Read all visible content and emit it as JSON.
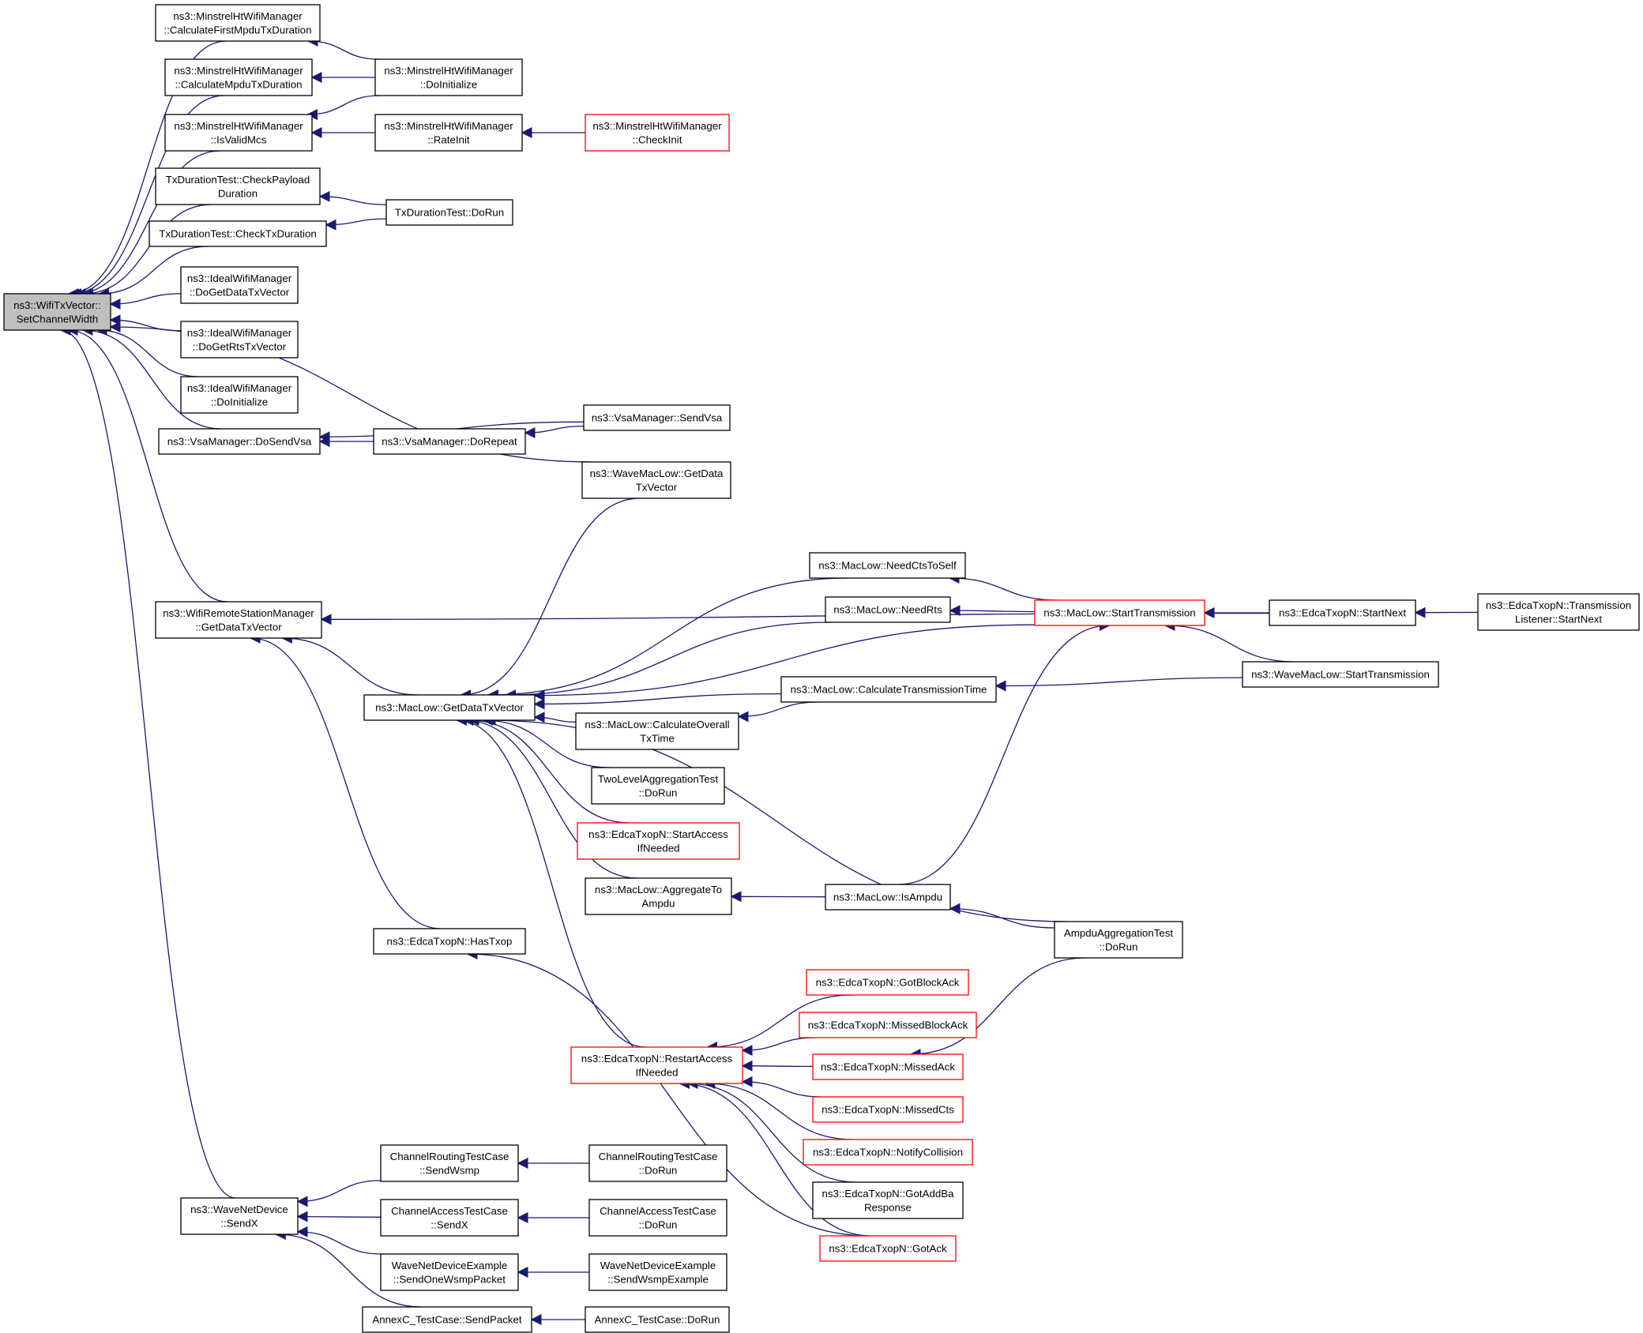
{
  "nodes": [
    {
      "id": "n0",
      "lines": [
        "ns3::WifiTxVector::",
        "SetChannelWidth"
      ],
      "focus": true
    },
    {
      "id": "n1",
      "lines": [
        "ns3::MinstrelHtWifiManager",
        "::CalculateFirstMpduTxDuration"
      ]
    },
    {
      "id": "n2",
      "lines": [
        "ns3::MinstrelHtWifiManager",
        "::CalculateMpduTxDuration"
      ]
    },
    {
      "id": "n3",
      "lines": [
        "ns3::MinstrelHtWifiManager",
        "::IsValidMcs"
      ]
    },
    {
      "id": "n4",
      "lines": [
        "TxDurationTest::CheckPayload",
        "Duration"
      ]
    },
    {
      "id": "n5",
      "lines": [
        "TxDurationTest::CheckTxDuration"
      ]
    },
    {
      "id": "n6",
      "lines": [
        "ns3::IdealWifiManager",
        "::DoGetDataTxVector"
      ]
    },
    {
      "id": "n7",
      "lines": [
        "ns3::IdealWifiManager",
        "::DoGetRtsTxVector"
      ]
    },
    {
      "id": "n8",
      "lines": [
        "ns3::IdealWifiManager",
        "::DoInitialize"
      ]
    },
    {
      "id": "n9",
      "lines": [
        "ns3::VsaManager::DoSendVsa"
      ]
    },
    {
      "id": "n10",
      "lines": [
        "ns3::WifiRemoteStationManager",
        "::GetDataTxVector"
      ]
    },
    {
      "id": "n11",
      "lines": [
        "ns3::WaveNetDevice",
        "::SendX"
      ]
    },
    {
      "id": "n12",
      "lines": [
        "ns3::MinstrelHtWifiManager",
        "::DoInitialize"
      ]
    },
    {
      "id": "n13",
      "lines": [
        "ns3::MinstrelHtWifiManager",
        "::RateInit"
      ]
    },
    {
      "id": "n14",
      "lines": [
        "ns3::MinstrelHtWifiManager",
        "::CheckInit"
      ],
      "red": true
    },
    {
      "id": "n15",
      "lines": [
        "TxDurationTest::DoRun"
      ]
    },
    {
      "id": "n16",
      "lines": [
        "ns3::VsaManager::SendVsa"
      ]
    },
    {
      "id": "n17",
      "lines": [
        "ns3::VsaManager::DoRepeat"
      ]
    },
    {
      "id": "n18",
      "lines": [
        "ns3::WaveMacLow::GetData",
        "TxVector"
      ]
    },
    {
      "id": "n19",
      "lines": [
        "ns3::MacLow::GetDataTxVector"
      ]
    },
    {
      "id": "n20",
      "lines": [
        "ns3::EdcaTxopN::HasTxop"
      ]
    },
    {
      "id": "n21",
      "lines": [
        "ns3::MacLow::NeedCtsToSelf"
      ]
    },
    {
      "id": "n22",
      "lines": [
        "ns3::MacLow::NeedRts"
      ]
    },
    {
      "id": "n23",
      "lines": [
        "ns3::MacLow::StartTransmission"
      ],
      "red": true
    },
    {
      "id": "n24",
      "lines": [
        "ns3::EdcaTxopN::StartNext"
      ]
    },
    {
      "id": "n25",
      "lines": [
        "ns3::EdcaTxopN::Transmission",
        "Listener::StartNext"
      ]
    },
    {
      "id": "n26",
      "lines": [
        "ns3::WaveMacLow::StartTransmission"
      ]
    },
    {
      "id": "n27",
      "lines": [
        "ns3::MacLow::CalculateTransmissionTime"
      ]
    },
    {
      "id": "n28",
      "lines": [
        "ns3::MacLow::CalculateOverall",
        "TxTime"
      ]
    },
    {
      "id": "n29",
      "lines": [
        "TwoLevelAggregationTest",
        "::DoRun"
      ]
    },
    {
      "id": "n30",
      "lines": [
        "ns3::EdcaTxopN::StartAccess",
        "IfNeeded"
      ],
      "red": true
    },
    {
      "id": "n31",
      "lines": [
        "ns3::MacLow::AggregateTo",
        "Ampdu"
      ]
    },
    {
      "id": "n32",
      "lines": [
        "ns3::MacLow::IsAmpdu"
      ]
    },
    {
      "id": "n33",
      "lines": [
        "AmpduAggregationTest",
        "::DoRun"
      ]
    },
    {
      "id": "n34",
      "lines": [
        "ns3::EdcaTxopN::RestartAccess",
        "IfNeeded"
      ],
      "red": true
    },
    {
      "id": "n35",
      "lines": [
        "ns3::EdcaTxopN::GotBlockAck"
      ],
      "red": true
    },
    {
      "id": "n36",
      "lines": [
        "ns3::EdcaTxopN::MissedBlockAck"
      ],
      "red": true
    },
    {
      "id": "n37",
      "lines": [
        "ns3::EdcaTxopN::MissedAck"
      ],
      "red": true
    },
    {
      "id": "n38",
      "lines": [
        "ns3::EdcaTxopN::MissedCts"
      ],
      "red": true
    },
    {
      "id": "n39",
      "lines": [
        "ns3::EdcaTxopN::NotifyCollision"
      ],
      "red": true
    },
    {
      "id": "n40",
      "lines": [
        "ns3::EdcaTxopN::GotAddBa",
        "Response"
      ]
    },
    {
      "id": "n41",
      "lines": [
        "ns3::EdcaTxopN::GotAck"
      ],
      "red": true
    },
    {
      "id": "n42",
      "lines": [
        "ChannelRoutingTestCase",
        "::SendWsmp"
      ]
    },
    {
      "id": "n43",
      "lines": [
        "ChannelAccessTestCase",
        "::SendX"
      ]
    },
    {
      "id": "n44",
      "lines": [
        "WaveNetDeviceExample",
        "::SendOneWsmpPacket"
      ]
    },
    {
      "id": "n45",
      "lines": [
        "AnnexC_TestCase::SendPacket"
      ]
    },
    {
      "id": "n46",
      "lines": [
        "ChannelRoutingTestCase",
        "::DoRun"
      ]
    },
    {
      "id": "n47",
      "lines": [
        "ChannelAccessTestCase",
        "::DoRun"
      ]
    },
    {
      "id": "n48",
      "lines": [
        "WaveNetDeviceExample",
        "::SendWsmpExample"
      ]
    },
    {
      "id": "n49",
      "lines": [
        "AnnexC_TestCase::DoRun"
      ]
    }
  ],
  "edges": [
    {
      "from": "n1",
      "to": "n0"
    },
    {
      "from": "n2",
      "to": "n0"
    },
    {
      "from": "n3",
      "to": "n0"
    },
    {
      "from": "n4",
      "to": "n0"
    },
    {
      "from": "n5",
      "to": "n0"
    },
    {
      "from": "n6",
      "to": "n0"
    },
    {
      "from": "n7",
      "to": "n0"
    },
    {
      "from": "n8",
      "to": "n0"
    },
    {
      "from": "n9",
      "to": "n0"
    },
    {
      "from": "n18",
      "to": "n0"
    },
    {
      "from": "n10",
      "to": "n0"
    },
    {
      "from": "n11",
      "to": "n0"
    },
    {
      "from": "n12",
      "to": "n1"
    },
    {
      "from": "n12",
      "to": "n2"
    },
    {
      "from": "n12",
      "to": "n3"
    },
    {
      "from": "n13",
      "to": "n3"
    },
    {
      "from": "n14",
      "to": "n13"
    },
    {
      "from": "n15",
      "to": "n4"
    },
    {
      "from": "n15",
      "to": "n5"
    },
    {
      "from": "n16",
      "to": "n9"
    },
    {
      "from": "n17",
      "to": "n9"
    },
    {
      "from": "n16",
      "to": "n17"
    },
    {
      "from": "n24",
      "to": "n10"
    },
    {
      "from": "n19",
      "to": "n10"
    },
    {
      "from": "n20",
      "to": "n10"
    },
    {
      "from": "n18",
      "to": "n19"
    },
    {
      "from": "n21",
      "to": "n19"
    },
    {
      "from": "n22",
      "to": "n19"
    },
    {
      "from": "n23",
      "to": "n19"
    },
    {
      "from": "n27",
      "to": "n19"
    },
    {
      "from": "n28",
      "to": "n19"
    },
    {
      "from": "n29",
      "to": "n19"
    },
    {
      "from": "n30",
      "to": "n19"
    },
    {
      "from": "n31",
      "to": "n19"
    },
    {
      "from": "n33",
      "to": "n19"
    },
    {
      "from": "n34",
      "to": "n19"
    },
    {
      "from": "n23",
      "to": "n21"
    },
    {
      "from": "n23",
      "to": "n22"
    },
    {
      "from": "n24",
      "to": "n23"
    },
    {
      "from": "n26",
      "to": "n23"
    },
    {
      "from": "n32",
      "to": "n23"
    },
    {
      "from": "n25",
      "to": "n24"
    },
    {
      "from": "n26",
      "to": "n27"
    },
    {
      "from": "n27",
      "to": "n28"
    },
    {
      "from": "n32",
      "to": "n31"
    },
    {
      "from": "n33",
      "to": "n32"
    },
    {
      "from": "n33",
      "to": "n37"
    },
    {
      "from": "n41",
      "to": "n20"
    },
    {
      "from": "n35",
      "to": "n34"
    },
    {
      "from": "n36",
      "to": "n34"
    },
    {
      "from": "n37",
      "to": "n34"
    },
    {
      "from": "n38",
      "to": "n34"
    },
    {
      "from": "n39",
      "to": "n34"
    },
    {
      "from": "n40",
      "to": "n34"
    },
    {
      "from": "n41",
      "to": "n34"
    },
    {
      "from": "n42",
      "to": "n11"
    },
    {
      "from": "n43",
      "to": "n11"
    },
    {
      "from": "n44",
      "to": "n11"
    },
    {
      "from": "n45",
      "to": "n11"
    },
    {
      "from": "n46",
      "to": "n42"
    },
    {
      "from": "n47",
      "to": "n43"
    },
    {
      "from": "n48",
      "to": "n44"
    },
    {
      "from": "n49",
      "to": "n45"
    }
  ],
  "colors": {
    "edge": "#191970",
    "node_border": "#000000",
    "node_border_red": "#ff0000",
    "focus_fill": "#bfbfbf"
  }
}
